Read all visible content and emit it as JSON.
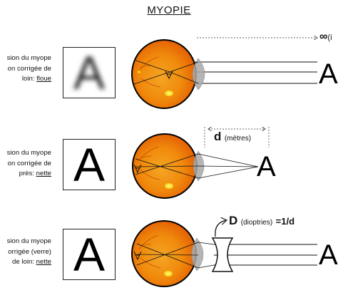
{
  "title": "MYOPIE",
  "infinity": {
    "symbol": "∞",
    "suffix": "(i"
  },
  "rows": [
    {
      "caption": [
        "sion du myope",
        "on corrigée de",
        "loin: "
      ],
      "caption_emph": "floue",
      "box_letter": "A",
      "far_letter": "A"
    },
    {
      "caption": [
        "sion du myope",
        "on corrigée de",
        "près: "
      ],
      "caption_emph": "nette",
      "box_letter": "A",
      "near_letter": "A",
      "d_label": "d",
      "d_unit": "(mètres)"
    },
    {
      "caption": [
        "sion du myope",
        "orrigée (verre)",
        "de loin: "
      ],
      "caption_emph": "nette",
      "box_letter": "A",
      "far_letter": "A",
      "D_label": "D",
      "D_unit": "(dioptries)",
      "D_formula": "=1/d"
    }
  ],
  "colors": {
    "eye_outer": "#f39a16",
    "eye_inner": "#e85d04",
    "lens": "#a9a9a9",
    "outline": "#000000"
  }
}
